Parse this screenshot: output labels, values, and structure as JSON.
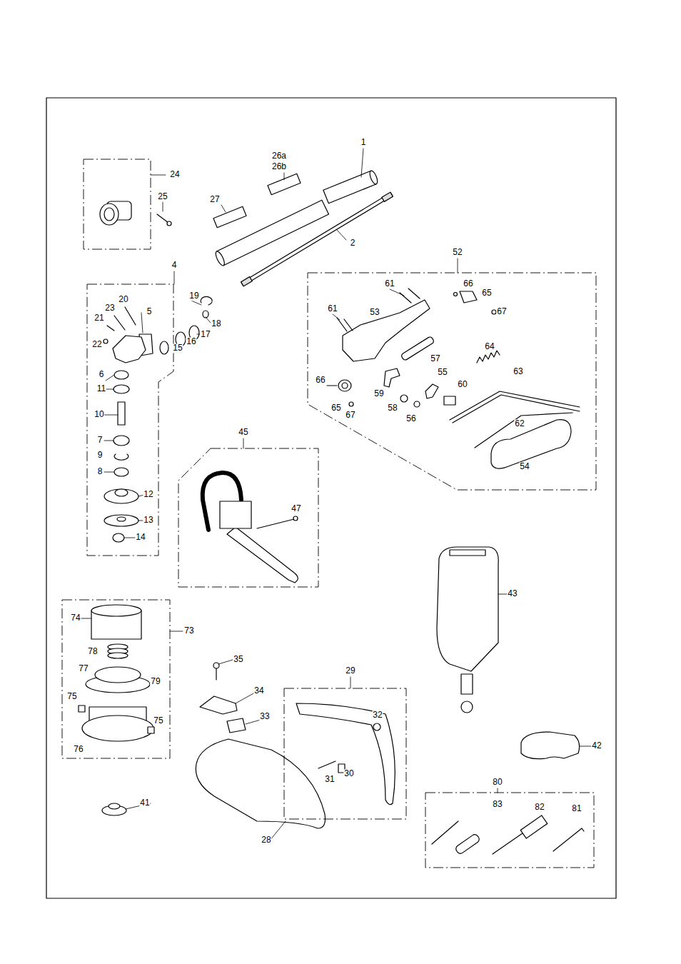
{
  "diagram": {
    "nodes": [
      {
        "text": [
          "24"
        ]
      },
      {
        "text": [
          "4"
        ]
      },
      {
        "text": [
          "52"
        ]
      },
      {
        "text": [
          "45"
        ]
      },
      {
        "text": [
          "73"
        ]
      },
      {
        "text": [
          "29"
        ]
      },
      {
        "text": [
          "80"
        ]
      }
    ],
    "labels": [
      "1",
      "26a",
      "26b",
      "25",
      "27",
      "2",
      "61",
      "66",
      "65",
      "20",
      "19",
      "23",
      "61",
      "5",
      "53",
      "67",
      "21",
      "18",
      "17",
      "16",
      "22",
      "15",
      "64",
      "57",
      "63",
      "55",
      "6",
      "66",
      "60",
      "11",
      "59",
      "65",
      "58",
      "10",
      "67",
      "56",
      "62",
      "7",
      "9",
      "54",
      "8",
      "12",
      "47",
      "13",
      "14",
      "43",
      "74",
      "78",
      "35",
      "77",
      "79",
      "34",
      "75",
      "32",
      "33",
      "75",
      "42",
      "76",
      "30",
      "31",
      "41",
      "83",
      "82",
      "81",
      "28"
    ]
  }
}
